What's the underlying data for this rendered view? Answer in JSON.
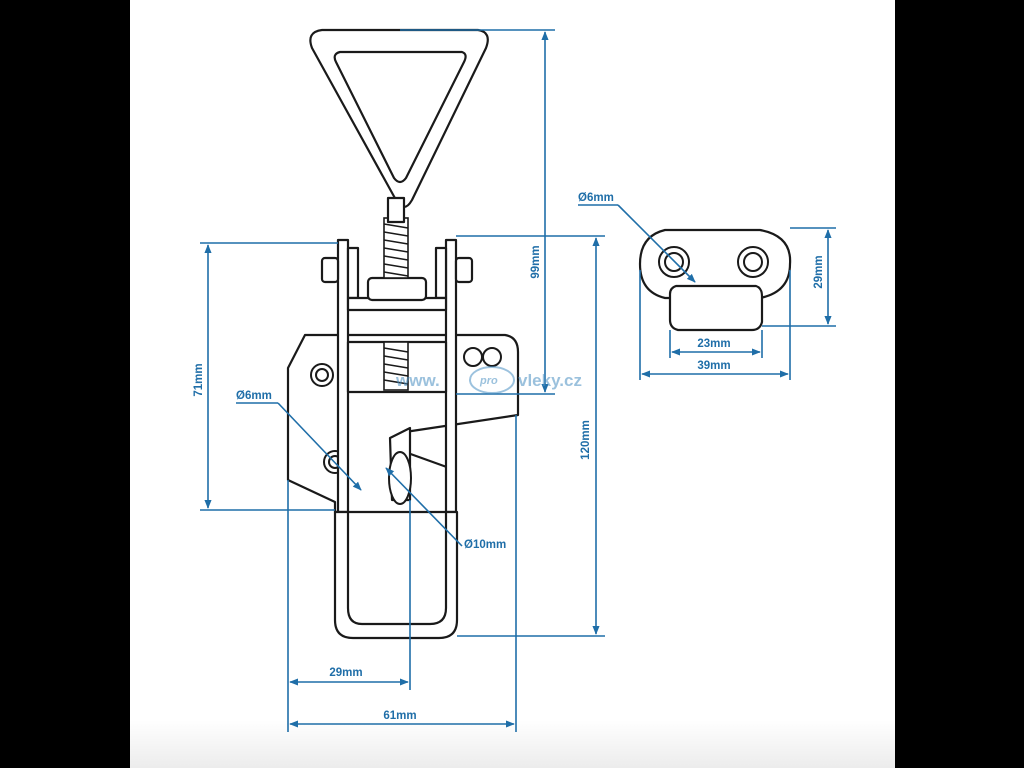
{
  "dimensions": {
    "height_99": "99mm",
    "height_120": "120mm",
    "height_71": "71mm",
    "hole_6_left": "Ø6mm",
    "hole_10": "Ø10mm",
    "width_29": "29mm",
    "width_61": "61mm",
    "plate_hole_6": "Ø6mm",
    "plate_height_29": "29mm",
    "plate_width_23": "23mm",
    "plate_width_39": "39mm"
  },
  "watermark": {
    "prefix": "www.",
    "badge": "pro",
    "suffix": "vleky.cz"
  },
  "colors": {
    "dimension": "#1f6ea8",
    "outline": "#1a1a1a",
    "background": "#000000"
  }
}
